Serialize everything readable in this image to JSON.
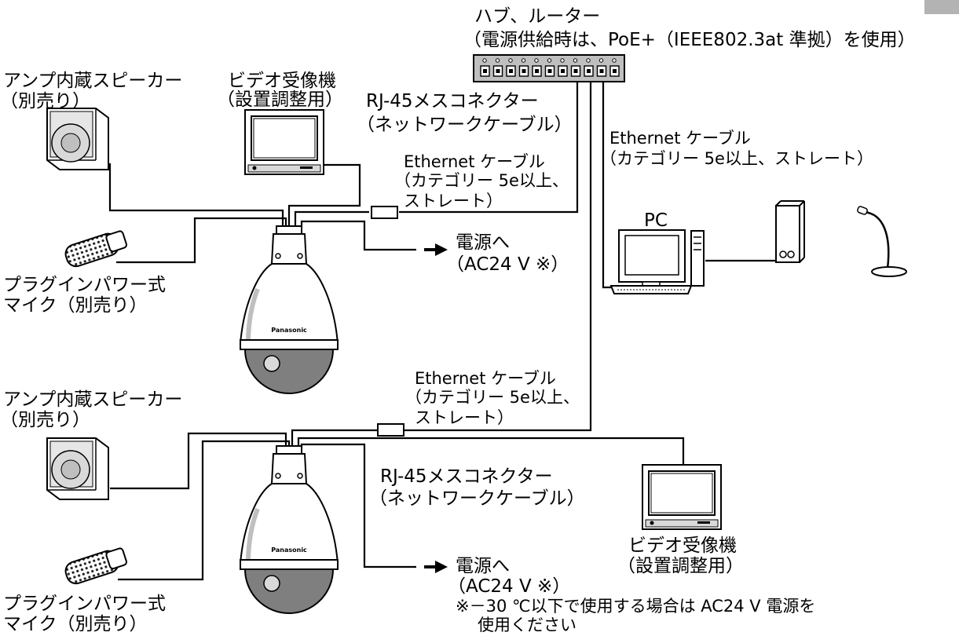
{
  "labels": {
    "hub_title": "ハブ、ルーター",
    "hub_note": "（電源供給時は、PoE+（IEEE802.3at 準拠）を使用）",
    "speaker_top_1": "アンプ内蔵スピーカー",
    "speaker_top_2": "（別売り）",
    "monitor_top_1": "ビデオ受像機",
    "monitor_top_2": "（設置調整用）",
    "rj45_top_1": "RJ-45メスコネクター",
    "rj45_top_2": "（ネットワークケーブル）",
    "eth_top_1": "Ethernet ケーブル",
    "eth_top_2": "（カテゴリー 5e以上、",
    "eth_top_3": "ストレート）",
    "eth_pc_1": "Ethernet ケーブル",
    "eth_pc_2": "（カテゴリー 5e以上、ストレート）",
    "pc": "PC",
    "power_top_1": "電源へ",
    "power_top_2": "（AC24 V ※）",
    "mic_top_1": "プラグインパワー式",
    "mic_top_2": "マイク（別売り）",
    "speaker_bot_1": "アンプ内蔵スピーカー",
    "speaker_bot_2": "（別売り）",
    "eth_bot_1": "Ethernet ケーブル",
    "eth_bot_2": "（カテゴリー 5e以上、",
    "eth_bot_3": "ストレート）",
    "rj45_bot_1": "RJ-45メスコネクター",
    "rj45_bot_2": "（ネットワークケーブル）",
    "monitor_bot_1": "ビデオ受像機",
    "monitor_bot_2": "（設置調整用）",
    "power_bot_1": "電源へ",
    "power_bot_2": "（AC24 V ※）",
    "footnote_1": "※－30 ℃以下で使用する場合は AC24 V 電源を",
    "footnote_2": "使用ください",
    "mic_bot_1": "プラグインパワー式",
    "mic_bot_2": "マイク（別売り）",
    "brand": "Panasonic"
  },
  "colors": {
    "line": "#000000",
    "device_fill": "#ffffff",
    "device_shade": "#d9d9d9",
    "dome_glass": "#8c8c8c",
    "hub_fill": "#bfbfbf",
    "corner_tab": "#b3b3b3"
  }
}
